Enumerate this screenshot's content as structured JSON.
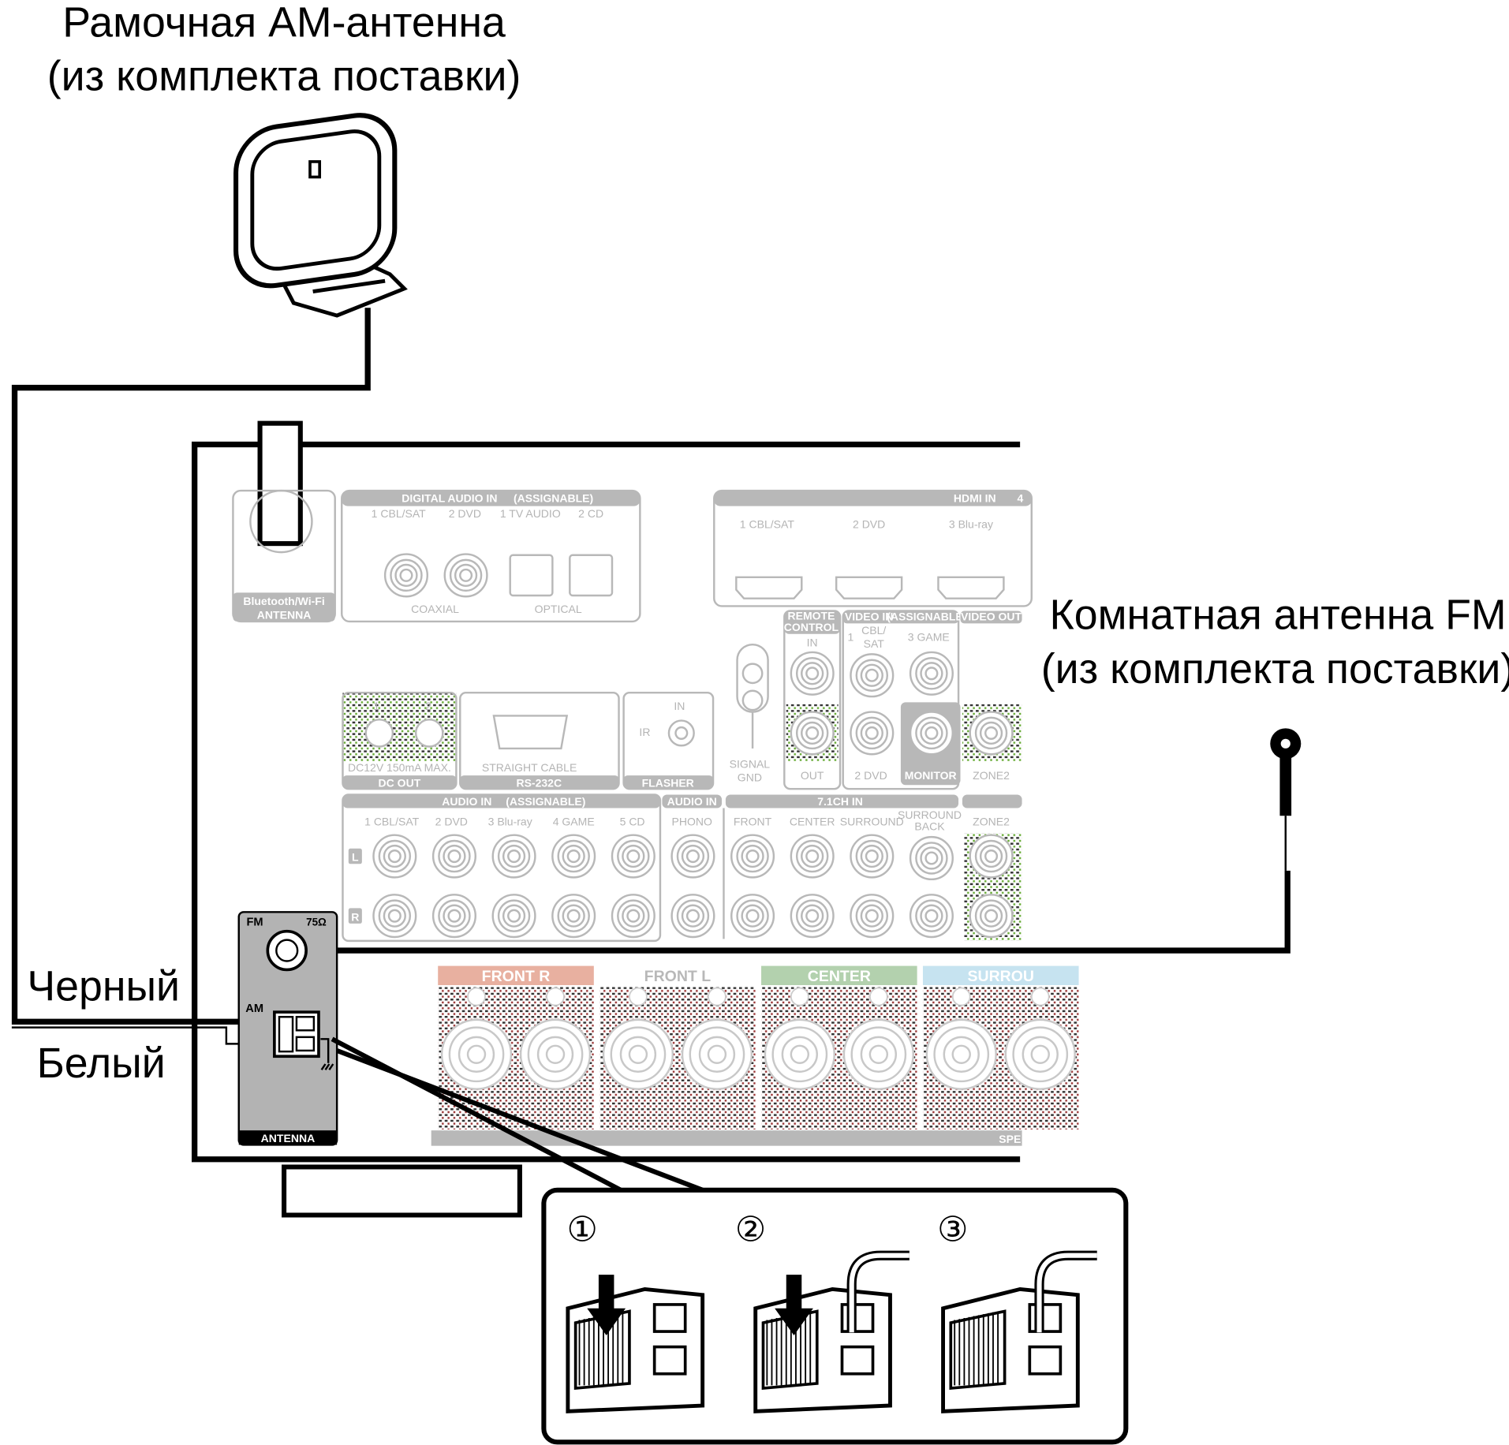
{
  "am_antenna": {
    "title_line1": "Рамочная AM-антенна",
    "title_line2": "(из комплекта поставки)"
  },
  "fm_antenna": {
    "title_line1": "Комнатная антенна FM",
    "title_line2": "(из комплекта поставки)"
  },
  "wires": {
    "black": "Черный",
    "white": "Белый"
  },
  "antenna_panel": {
    "fm": "FM",
    "impedance": "75Ω",
    "am": "AM",
    "label": "ANTENNA"
  },
  "bt_antenna": {
    "line1": "Bluetooth/Wi-Fi",
    "line2": "ANTENNA"
  },
  "digital_audio": {
    "title": "DIGITAL AUDIO IN",
    "sub": "(ASSIGNABLE)",
    "inputs": [
      "1 CBL/SAT",
      "2 DVD",
      "1 TV AUDIO",
      "2 CD"
    ],
    "coaxial": "COAXIAL",
    "optical": "OPTICAL"
  },
  "hdmi": {
    "title": "HDMI IN",
    "cut": "4",
    "inputs": [
      "1 CBL/SAT",
      "2 DVD",
      "3 Blu-ray"
    ]
  },
  "dc_out": {
    "ports": [
      "1",
      "2"
    ],
    "spec": "DC12V 150mA MAX.",
    "label": "DC OUT"
  },
  "rs232c": {
    "note": "STRAIGHT CABLE",
    "label": "RS-232C"
  },
  "flasher": {
    "in": "IN",
    "ir": "IR",
    "label": "FLASHER"
  },
  "signal_gnd": {
    "line1": "SIGNAL",
    "line2": "GND"
  },
  "remote_control": {
    "line1": "REMOTE",
    "line2": "CONTROL",
    "in": "IN",
    "out": "OUT"
  },
  "video_in": {
    "title": "VIDEO IN",
    "sub": "(ASSIGNABLE)",
    "in1a": "1",
    "in1b": "CBL/",
    "in1c": "SAT",
    "in3": "3 GAME",
    "in2": "2 DVD"
  },
  "video_out": {
    "title": "VIDEO OUT",
    "monitor": "MONITOR",
    "zone2": "ZONE2"
  },
  "audio_in": {
    "title": "AUDIO IN",
    "sub": "(ASSIGNABLE)",
    "inputs": [
      "1 CBL/SAT",
      "2 DVD",
      "3 Blu-ray",
      "4 GAME",
      "5 CD"
    ],
    "left": "L",
    "right": "R"
  },
  "phono": {
    "title": "AUDIO IN",
    "label": "PHONO"
  },
  "ch71": {
    "title": "7.1CH IN",
    "inputs": [
      "FRONT",
      "CENTER",
      "SURROUND"
    ],
    "sb1": "SURROUND",
    "sb2": "BACK"
  },
  "zone2_out": {
    "label": "ZONE2"
  },
  "speakers": {
    "groups": [
      {
        "label": "FRONT",
        "side": "R",
        "color": "#e8b0a0"
      },
      {
        "label": "FRONT",
        "side": "L",
        "color": "#ffffff"
      },
      {
        "label": "CENTER",
        "side": "",
        "color": "#b3d1ae"
      },
      {
        "label": "SURROU",
        "side": "",
        "color": "#c6e3f0"
      }
    ],
    "footer": "SPE"
  },
  "steps": [
    "①",
    "②",
    "③"
  ]
}
